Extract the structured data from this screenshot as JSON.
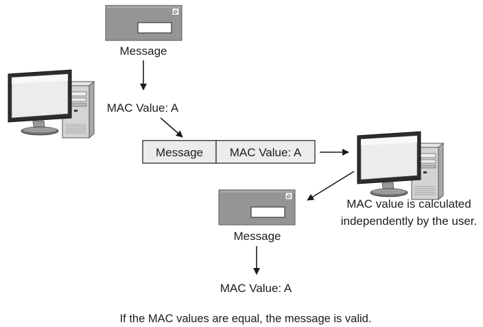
{
  "diagram": {
    "message_top_label": "Message",
    "mac_value_top": "MAC Value: A",
    "packet": {
      "message_label": "Message",
      "mac_label": "MAC Value: A"
    },
    "receiver_caption_line1": "MAC value is calculated",
    "receiver_caption_line2": "independently by the user.",
    "message_bottom_label": "Message",
    "mac_value_bottom": "MAC Value: A",
    "conclusion": "If the MAC values are equal, the message is valid."
  },
  "icons": {
    "envelope": "envelope-icon",
    "stamp": "stamp-icon",
    "monitor": "monitor-icon",
    "tower": "computer-tower-icon",
    "arrow": "arrow-icon"
  },
  "colors": {
    "envelope_fill": "#959595",
    "packet_fill": "#ececec",
    "stroke": "#1a1a1a"
  }
}
